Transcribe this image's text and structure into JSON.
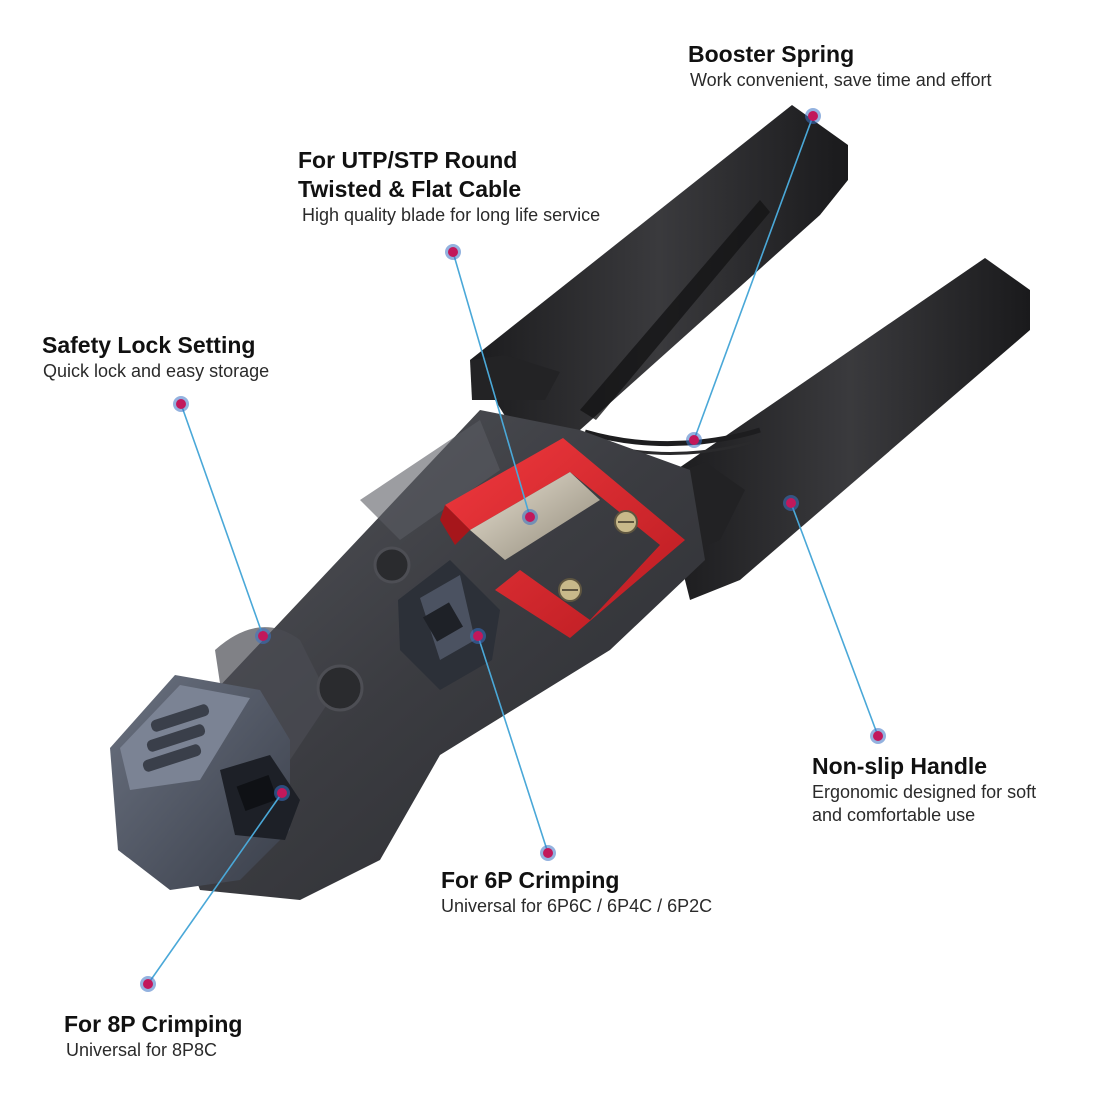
{
  "colors": {
    "leader_line": "#4aa8d8",
    "marker_dot": "#c2185b",
    "marker_ring": "#3b73c4",
    "handle": "#2b2b2d",
    "body": "#3c3d42",
    "blade_guard": "#e0262c",
    "die_head": "#454a55"
  },
  "callouts": {
    "booster_spring": {
      "title": "Booster Spring",
      "desc": "Work convenient, save time and effort"
    },
    "utp_stp": {
      "title": "For UTP/STP Round\nTwisted & Flat Cable",
      "desc": "High quality blade for long life service"
    },
    "safety_lock": {
      "title": "Safety Lock Setting",
      "desc": "Quick lock and easy storage"
    },
    "non_slip": {
      "title": "Non-slip Handle",
      "desc": "Ergonomic designed for soft\nand comfortable use"
    },
    "crimp_6p": {
      "title": "For 6P Crimping",
      "desc": "Universal for 6P6C / 6P4C / 6P2C"
    },
    "crimp_8p": {
      "title": "For 8P Crimping",
      "desc": "Universal for 8P8C"
    }
  }
}
